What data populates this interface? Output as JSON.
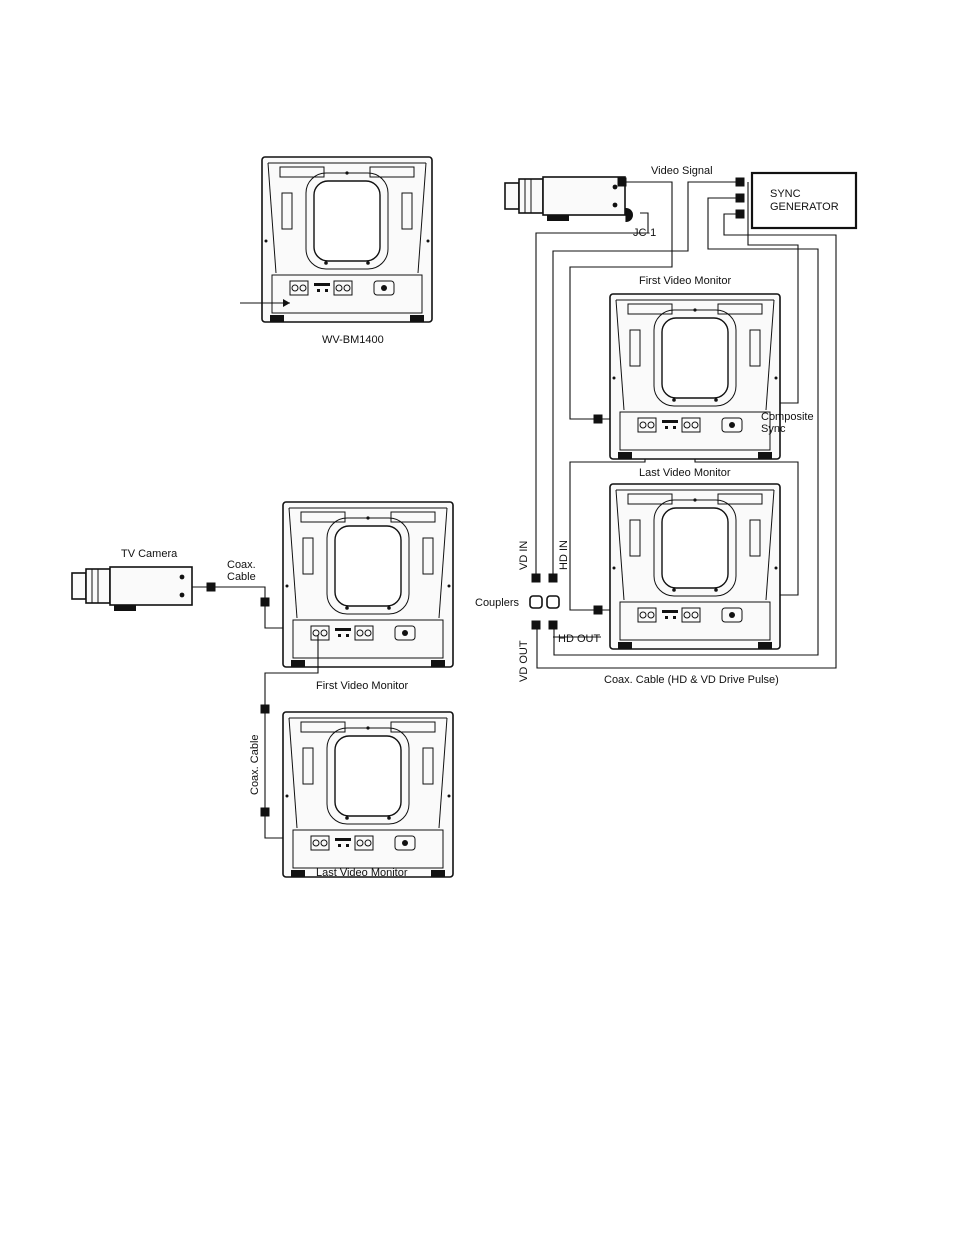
{
  "top_figure": {
    "model_label": "WV-BM1400"
  },
  "left_figure": {
    "camera_label": "TV Camera",
    "cable_label_line1": "Coax.",
    "cable_label_line2": "Cable",
    "first_monitor_label": "First Video Monitor",
    "vertical_cable_label": "Coax. Cable",
    "last_monitor_label": "Last Video Monitor"
  },
  "right_figure": {
    "video_signal_label": "Video Signal",
    "sync_generator_line1": "SYNC",
    "sync_generator_line2": "GENERATOR",
    "jc1_label": "JC-1",
    "first_monitor_label": "First Video Monitor",
    "composite_sync_line1": "Composite",
    "composite_sync_line2": "Sync",
    "last_monitor_label": "Last Video Monitor",
    "vd_in_label": "VD IN",
    "hd_in_label": "HD IN",
    "couplers_label": "Couplers",
    "hd_out_label": "HD OUT",
    "vd_out_label": "VD OUT",
    "bottom_cable_label": "Coax. Cable (HD & VD Drive Pulse)"
  },
  "colors": {
    "ink": "#111111",
    "paper": "#ffffff"
  }
}
